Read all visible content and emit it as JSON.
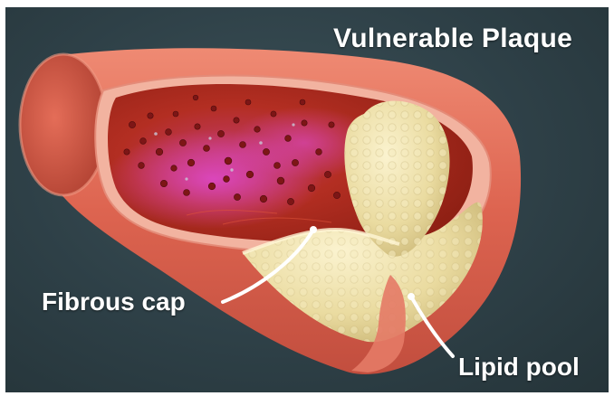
{
  "figure": {
    "title": "Vulnerable Plaque",
    "labels": {
      "fibrous_cap": "Fibrous cap",
      "lipid_pool": "Lipid pool"
    }
  },
  "colors": {
    "background": "#2e4047",
    "artery_wall": "#e2705e",
    "artery_lumen": "#b8301e",
    "blood_cells": "#8a1a1a",
    "lumen_glow": "#d040c0",
    "plaque": "#ecdfa6",
    "label_text": "#ffffff"
  }
}
